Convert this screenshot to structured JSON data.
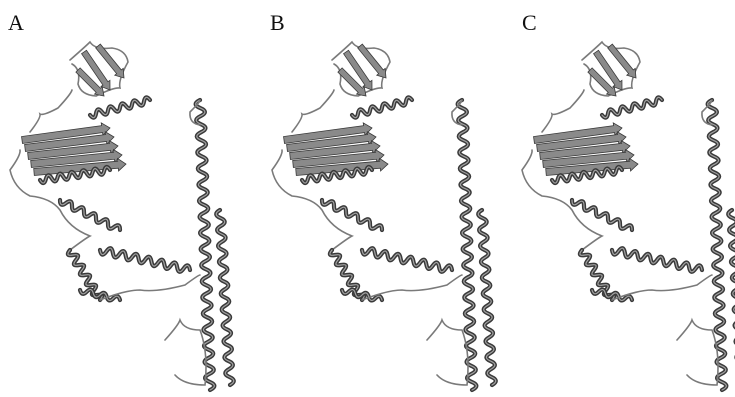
{
  "panels": [
    {
      "label": "A"
    },
    {
      "label": "B"
    },
    {
      "label": "C"
    }
  ],
  "colors": {
    "background": "#ffffff",
    "ribbon_dark": "#3a3a3a",
    "ribbon_mid": "#7a7a7a",
    "ribbon_light": "#bdbdbd"
  }
}
